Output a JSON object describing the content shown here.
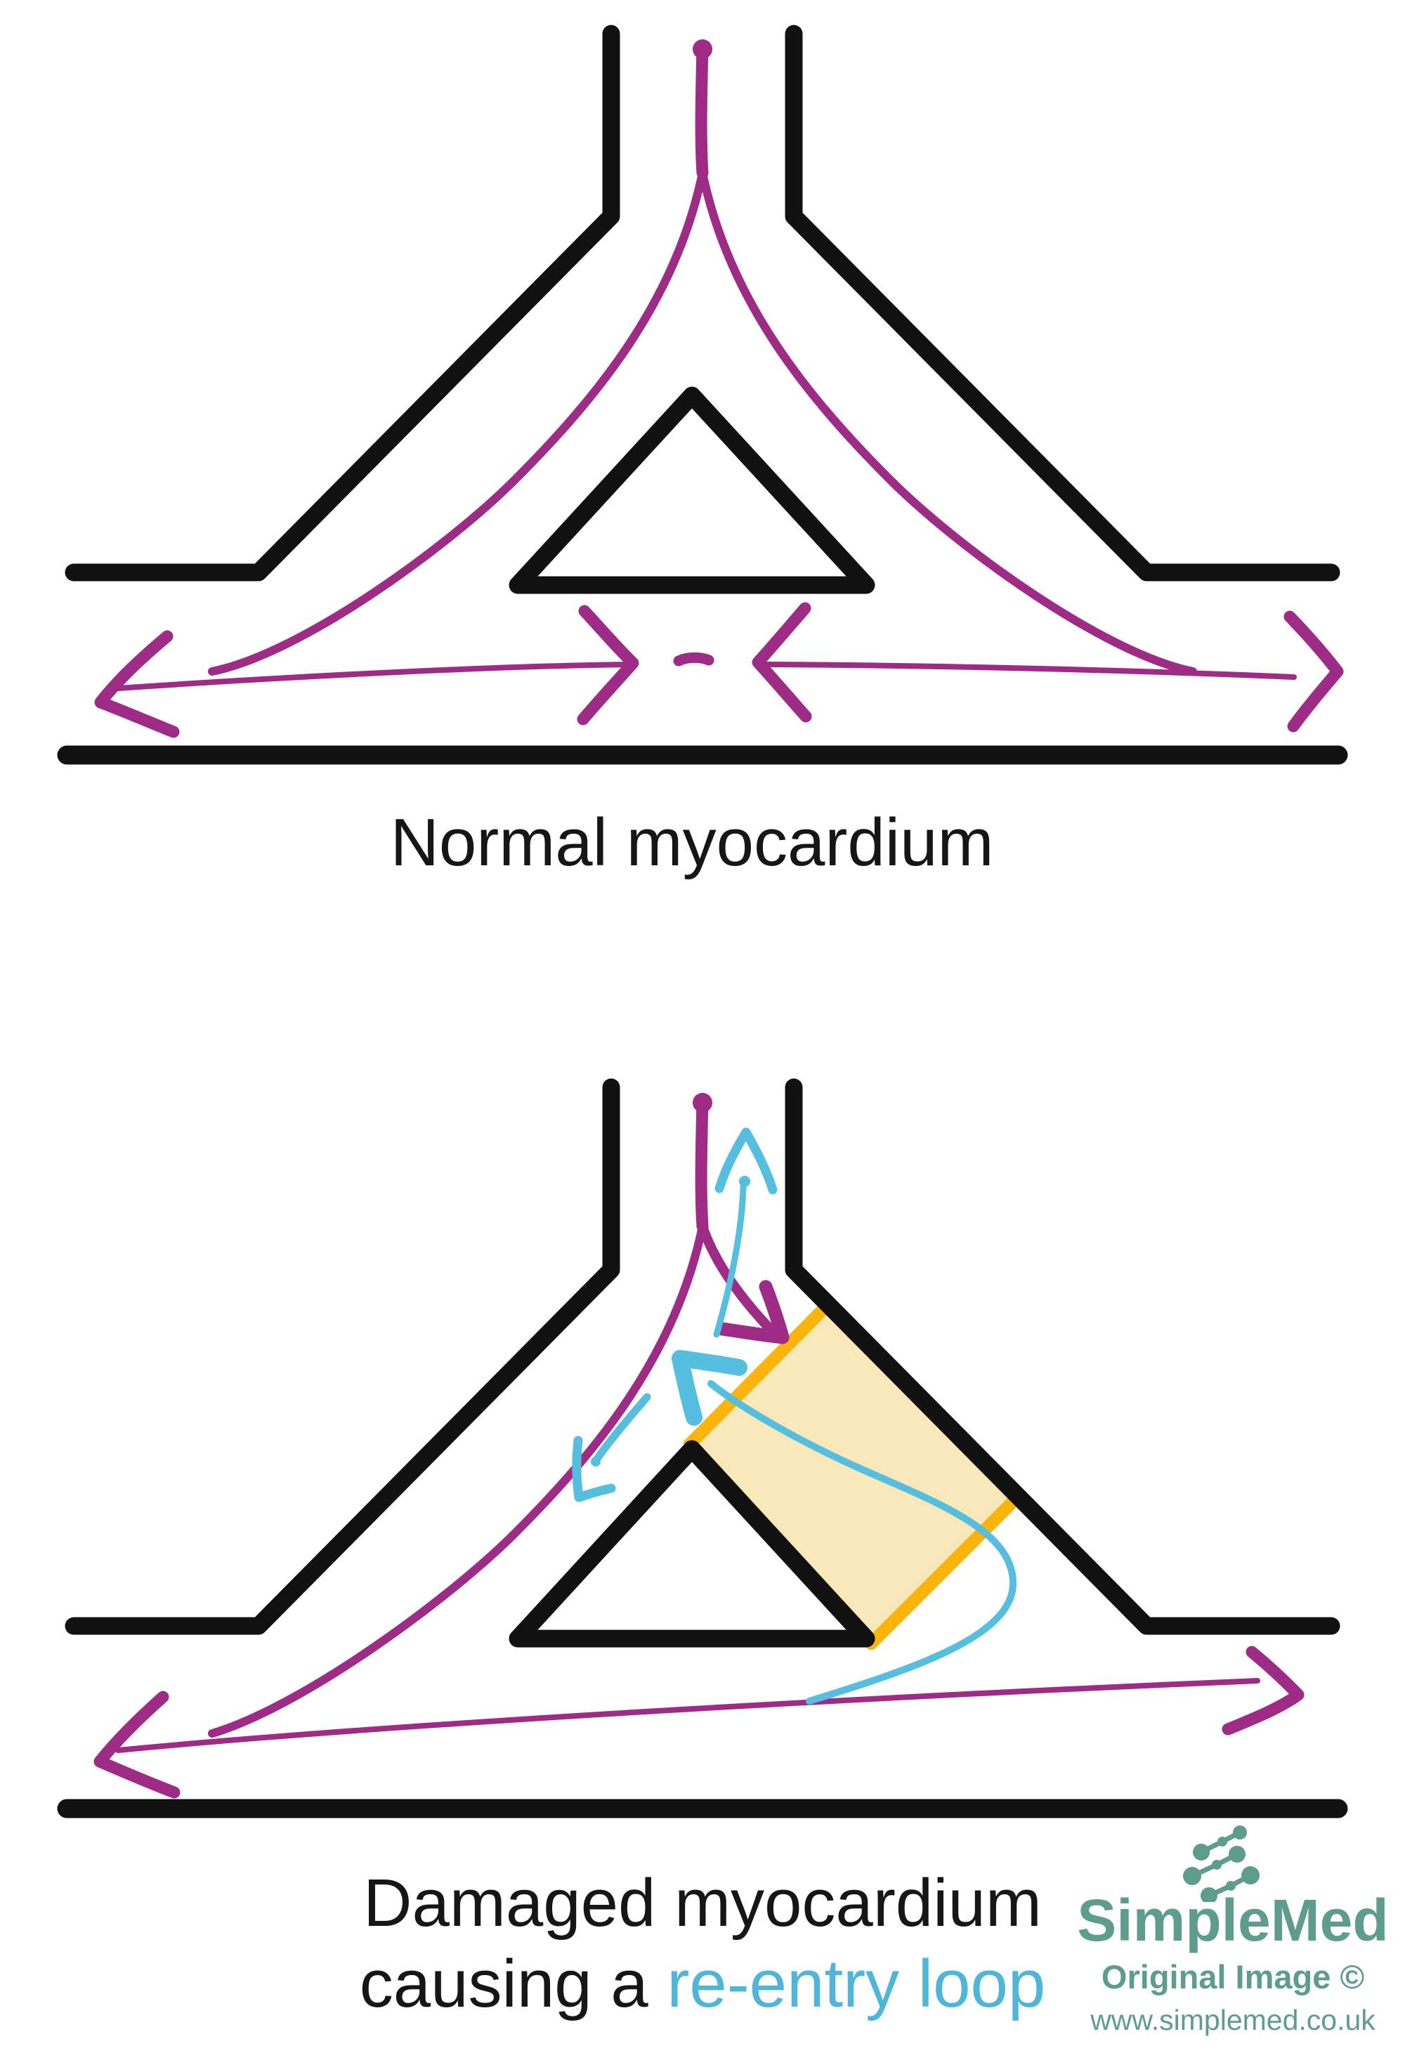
{
  "page": {
    "background": "#ffffff",
    "title": "Re-entry loop mechanism diagram"
  },
  "diagrams": {
    "normal": {
      "caption": "Normal myocardium"
    },
    "damaged": {
      "caption_line1": "Damaged myocardium",
      "caption_line2_prefix": "causing a ",
      "caption_line2_highlight": "re-entry loop"
    }
  },
  "branding": {
    "name": "SimpleMed",
    "credit": "Original Image ©",
    "url": "www.simplemed.co.uk",
    "icon": "molecule-dots-icon"
  },
  "colors": {
    "wall_black": "#111111",
    "conduction_purple": "#9E2B86",
    "reentry_blue": "#56BEDF",
    "caption_highlight_blue": "#4FB6DA",
    "block_orange": "#FBB40B",
    "damaged_fill_yellow": "#F9E8B9",
    "brand_green": "#5E9D8C",
    "caption_black": "#161616"
  }
}
